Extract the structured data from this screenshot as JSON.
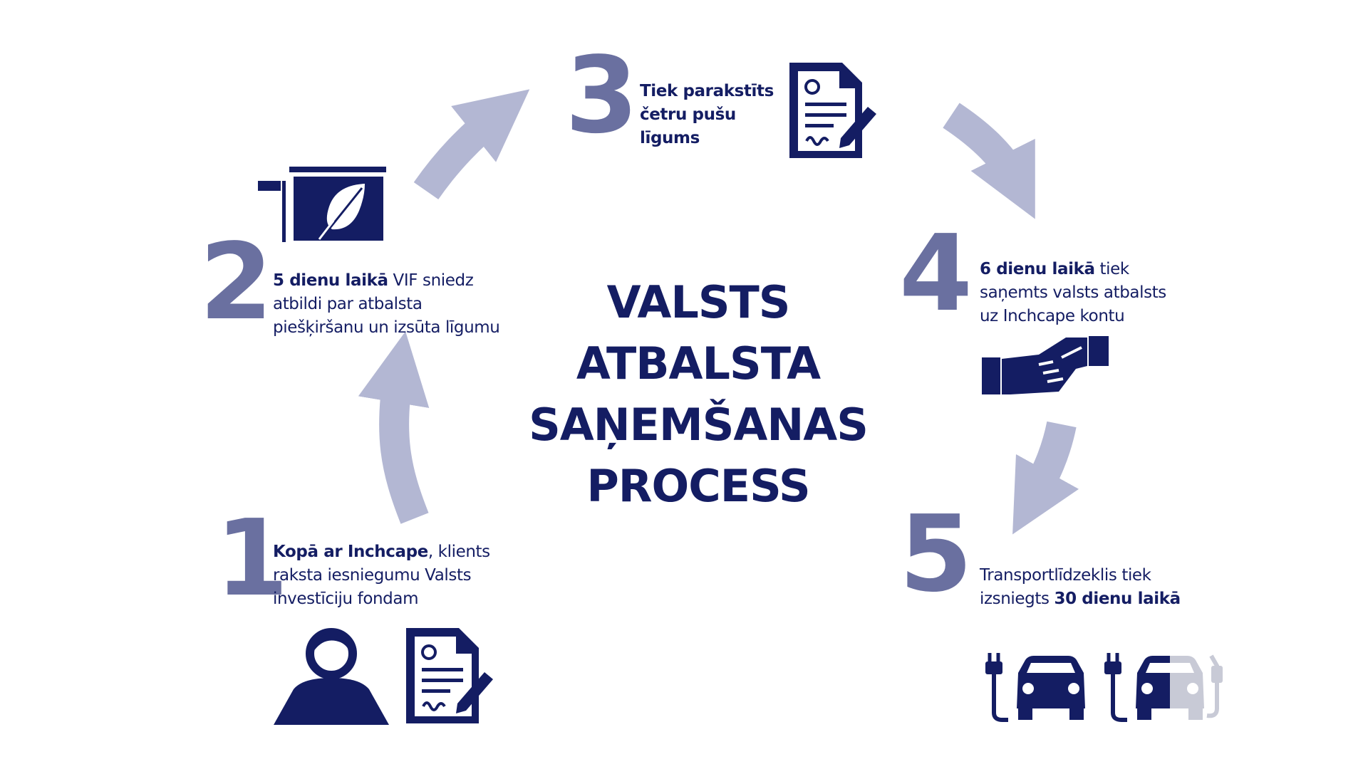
{
  "title_lines": [
    "VALSTS",
    "ATBALSTA",
    "SAŅEMŠANAS",
    "PROCESS"
  ],
  "colors": {
    "navy": "#141d63",
    "number": "#6a70a0",
    "arrow": "#b3b7d3",
    "car_faded": "#c8cad6"
  },
  "steps": [
    {
      "number": "1",
      "line1_bold": "Kopā ar Inchcape",
      "line1_rest": ", klients",
      "line2": "raksta iesniegumu Valsts",
      "line3": "investīciju fondam",
      "icons": [
        "person-icon",
        "document-sign-icon"
      ]
    },
    {
      "number": "2",
      "line1_bold": "5 dienu laikā",
      "line1_rest": " VIF sniedz",
      "line2": "atbildi par atbalsta",
      "line3": "piešķiršanu un izsūta līgumu",
      "icons": [
        "fund-sign-leaf-icon"
      ]
    },
    {
      "number": "3",
      "line1": "Tiek parakstīts",
      "line2": "četru pušu",
      "line3": "līgums",
      "icons": [
        "document-sign-icon"
      ]
    },
    {
      "number": "4",
      "line1_bold": "6 dienu laikā",
      "line1_rest": " tiek",
      "line2": "saņemts valsts atbalsts",
      "line3": "uz Inchcape kontu",
      "icons": [
        "handshake-icon"
      ]
    },
    {
      "number": "5",
      "line1": "Transportlīdzeklis tiek",
      "line2_plain": "izsniegts ",
      "line2_bold": "30 dienu laikā",
      "icons": [
        "electric-car-icon",
        "hybrid-car-icon"
      ]
    }
  ]
}
